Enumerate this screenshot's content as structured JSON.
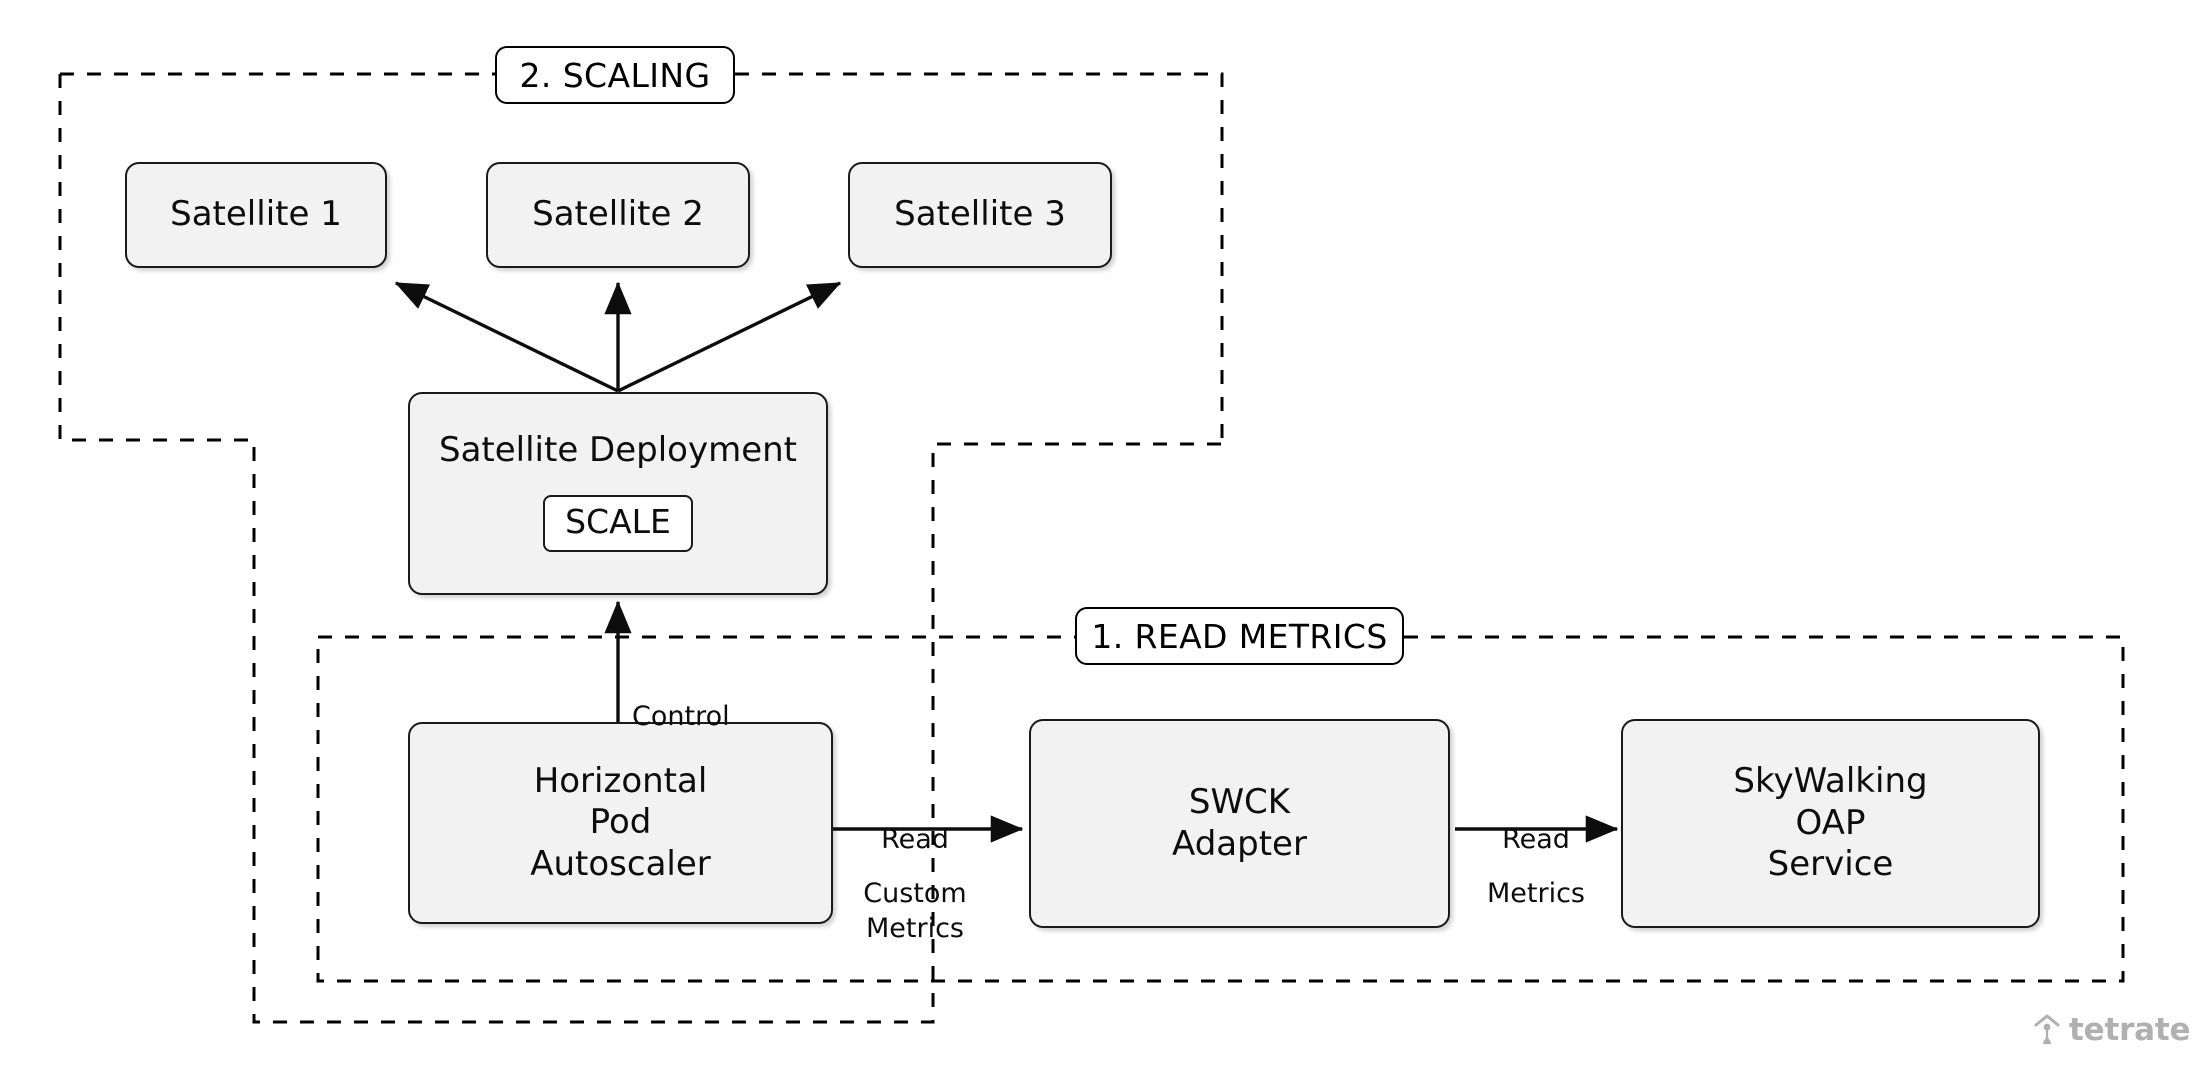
{
  "diagram": {
    "title_zones": [
      {
        "id": "scaling",
        "label": "2. SCALING"
      },
      {
        "id": "read_metrics",
        "label": "1. READ METRICS"
      }
    ],
    "nodes": [
      {
        "id": "satellite1",
        "label": "Satellite 1"
      },
      {
        "id": "satellite2",
        "label": "Satellite 2"
      },
      {
        "id": "satellite3",
        "label": "Satellite 3"
      },
      {
        "id": "satellite_deployment",
        "label": "Satellite Deployment",
        "badge": "SCALE"
      },
      {
        "id": "hpa",
        "label": "Horizontal\nPod\nAutoscaler"
      },
      {
        "id": "swck_adapter",
        "label": "SWCK\nAdapter"
      },
      {
        "id": "skywalking_oap",
        "label": "SkyWalking\nOAP\nService"
      }
    ],
    "edge_labels": [
      {
        "id": "control",
        "text": "Control"
      },
      {
        "id": "read_custom_metrics_top",
        "text": "Read"
      },
      {
        "id": "read_custom_metrics_bottom",
        "text": "Custom\nMetrics"
      },
      {
        "id": "read_metrics_top",
        "text": "Read"
      },
      {
        "id": "read_metrics_bottom",
        "text": "Metrics"
      }
    ],
    "brand": {
      "name": "tetrate",
      "icon": "tetrate-tent-icon"
    },
    "colors": {
      "node_fill": "#f2f2f2",
      "node_stroke": "#1a1a1a",
      "zone_stroke": "#000000",
      "text": "#0d0d0d",
      "brand_grey": "#b0b0b0",
      "background": "#ffffff"
    }
  }
}
